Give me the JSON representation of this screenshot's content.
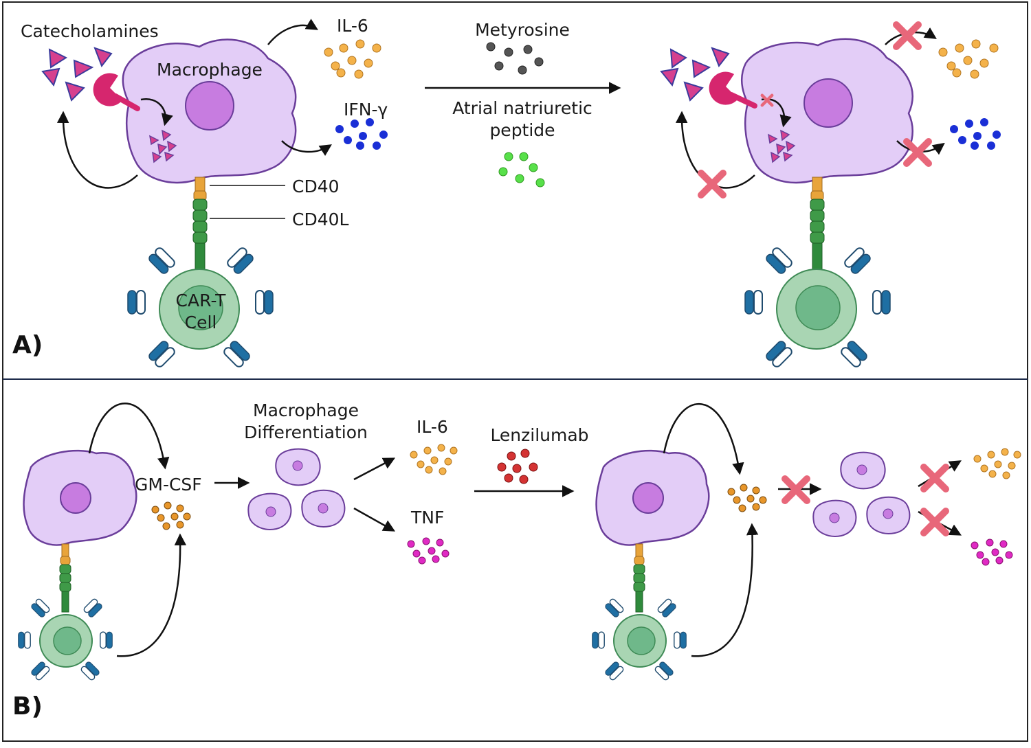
{
  "panel_a": {
    "letter": "A)",
    "catecholamines": "Catecholamines",
    "macrophage": "Macrophage",
    "il6": "IL-6",
    "ifng": "IFN-γ",
    "cd40": "CD40",
    "cd40l": "CD40L",
    "cart_line1": "CAR-T",
    "cart_line2": "Cell",
    "drug1": "Metyrosine",
    "drug2_line1": "Atrial natriuretic",
    "drug2_line2": "peptide"
  },
  "panel_b": {
    "letter": "B)",
    "gmcsf": "GM-CSF",
    "diff_line1": "Macrophage",
    "diff_line2": "Differentiation",
    "il6": "IL-6",
    "tnf": "TNF",
    "drug": "Lenzilumab"
  },
  "colors": {
    "macrophage_fill": "#e3cdf7",
    "macrophage_stroke": "#6a3d9a",
    "nucleus": "#c77ce0",
    "tcell": "#a9d5b3",
    "tcell_nucleus": "#6fb88a",
    "il6": "#f4b24a",
    "ifng": "#1a2fd6",
    "tnf": "#e02ac4",
    "gmcsf": "#e8962a",
    "metyrosine": "#555555",
    "anp": "#58e04a",
    "lenzilumab": "#d43333",
    "block_cross": "#e8677a",
    "catecholamine": "#d6408e",
    "receptor": "#d6266e"
  }
}
